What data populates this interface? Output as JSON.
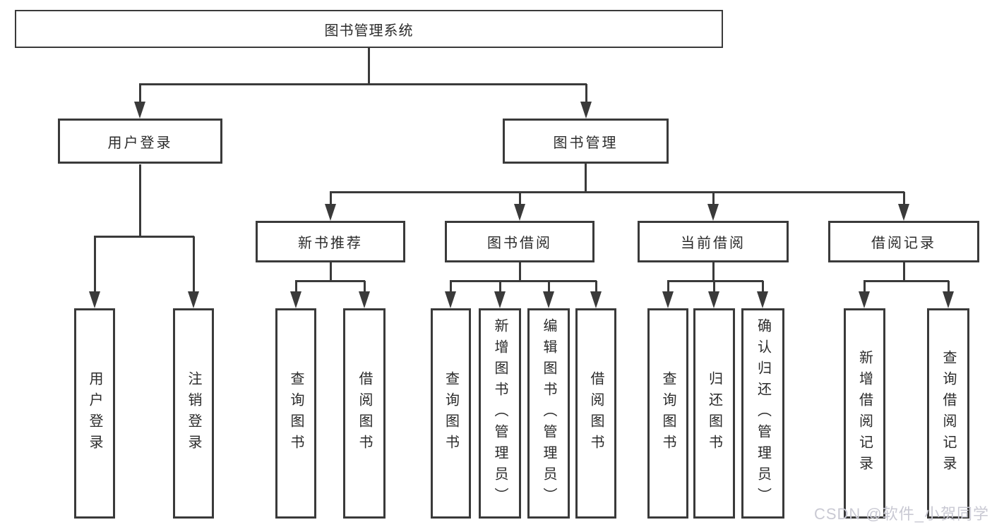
{
  "nodes": {
    "root": "图书管理系统",
    "level2": [
      "用户登录",
      "图书管理"
    ],
    "level3": [
      "新书推荐",
      "图书借阅",
      "当前借阅",
      "借阅记录"
    ],
    "leaves_user": [
      "用户登录",
      "注销登录"
    ],
    "leaves_newbook": [
      "查询图书",
      "借阅图书"
    ],
    "leaves_borrow": [
      "查询图书",
      "新增图书（管理员）",
      "编辑图书（管理员）",
      "借阅图书"
    ],
    "leaves_current": [
      "查询图书",
      "归还图书",
      "确认归还（管理员）"
    ],
    "leaves_records": [
      "新增借阅记录",
      "查询借阅记录"
    ]
  },
  "watermark": "CSDN @软件_小贺同学",
  "colors": {
    "line": "#3a3a3a",
    "text": "#2b2b2b",
    "watermark": "#c9c9d3",
    "background": "#ffffff"
  }
}
